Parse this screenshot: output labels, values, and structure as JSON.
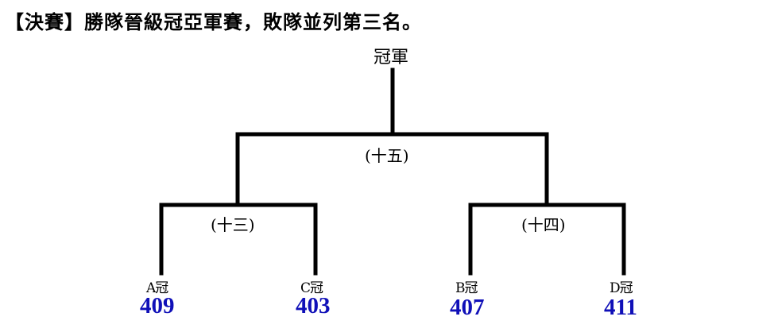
{
  "heading": "【決賽】勝隊晉級冠亞軍賽，敗隊並列第三名。",
  "bracket": {
    "champion_label": "冠軍",
    "final_label": "(十五)",
    "semifinals": [
      {
        "label": "(十三)",
        "teams": [
          {
            "name": "A冠",
            "code": "409"
          },
          {
            "name": "C冠",
            "code": "403"
          }
        ]
      },
      {
        "label": "(十四)",
        "teams": [
          {
            "name": "B冠",
            "code": "407"
          },
          {
            "name": "D冠",
            "code": "411"
          }
        ]
      }
    ]
  },
  "colors": {
    "lines": "#000000",
    "codes": "#1010b8"
  }
}
